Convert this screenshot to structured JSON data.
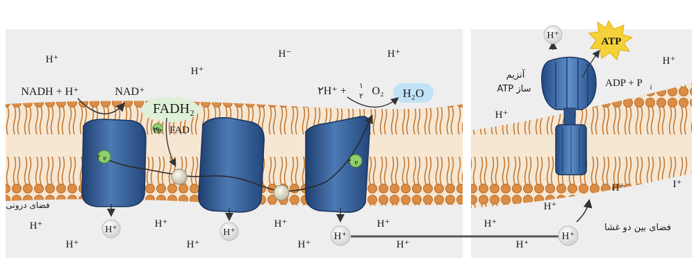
{
  "colors": {
    "panel_bg": "#eeeeee",
    "membrane_outer": "#d98a43",
    "membrane_core": "#f6e7d3",
    "protein_fill": "#3b669f",
    "protein_dark": "#1e3e6c",
    "ion_fill": "#e8e8e8",
    "ubiquinone_fill": "#e6e3d2",
    "atp_star": "#f6d23a",
    "water_glow": "#bfe3f5",
    "fadh_glow": "#dff0d8",
    "electron_green": "#8ed16b"
  },
  "icons": [
    "electron-icon",
    "ion-circle-icon",
    "atp-burst-icon",
    "flow-arrow-icon"
  ],
  "molecules": {
    "nadh": "NADH + H⁺",
    "nad": "NAD⁺",
    "fadh2": "FADH₂",
    "fad": "FAD",
    "two_e_fad": "۲e",
    "oxygen_lhs": "۲H⁺ +",
    "half": "۱",
    "half_den": "۲",
    "o2": "O₂",
    "water": "H₂O",
    "atp": "ATP",
    "adp": "ADP + P",
    "adp_sub": "i",
    "electron": "e",
    "two_e_c1": "۲",
    "two_e_c3": "۲"
  },
  "labels": {
    "atp_synthase_line1": "آنزیم",
    "atp_synthase_line2": "ATP ساز",
    "inner_space": "فضای درونی",
    "intermembrane_space": "فضای بین دو غشا"
  },
  "ions": {
    "h": "H⁺",
    "h_minus": "H⁻",
    "i_plus": "I⁺"
  }
}
